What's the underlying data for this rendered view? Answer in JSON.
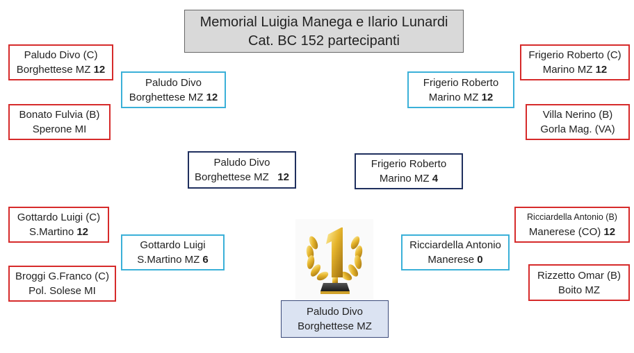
{
  "title": {
    "line1": "Memorial Luigia Manega e Ilario Lunardi",
    "line2": "Cat. BC  152 partecipanti"
  },
  "round1_left": [
    {
      "name": "Paludo Divo (C)",
      "club": "Borghettese MZ",
      "score": "12"
    },
    {
      "name": "Bonato Fulvia (B)",
      "club": "Sperone MI",
      "score": ""
    },
    {
      "name": "Gottardo Luigi (C)",
      "club": "S.Martino",
      "score": "12"
    },
    {
      "name": "Broggi G.Franco (C)",
      "club": "Pol. Solese MI",
      "score": ""
    }
  ],
  "round1_right": [
    {
      "name": "Frigerio Roberto (C)",
      "club": "Marino MZ",
      "score": "12"
    },
    {
      "name": "Villa Nerino (B)",
      "club": "Gorla Mag. (VA)",
      "score": ""
    },
    {
      "name": "Ricciardella Antonio (B)",
      "club": "Manerese (CO)",
      "score": "12"
    },
    {
      "name": "Rizzetto Omar (B)",
      "club": "Boito MZ",
      "score": ""
    }
  ],
  "round2_left": [
    {
      "name": "Paludo Divo",
      "club": "Borghettese MZ",
      "score": "12"
    },
    {
      "name": "Gottardo Luigi",
      "club": "S.Martino MZ",
      "score": "6"
    }
  ],
  "round2_right": [
    {
      "name": "Frigerio Roberto",
      "club": "Marino MZ",
      "score": "12"
    },
    {
      "name": "Ricciardella Antonio",
      "club": "Manerese ",
      "score": "0"
    }
  ],
  "final": [
    {
      "name": "Paludo Divo",
      "club": "Borghettese MZ",
      "score": "12"
    },
    {
      "name": "Frigerio Roberto",
      "club": "Marino MZ",
      "score": "4"
    }
  ],
  "winner": {
    "name": "Paludo Divo",
    "club": "Borghettese MZ"
  },
  "colors": {
    "r1": "#d62a2a",
    "r2": "#3ab0d8",
    "final": "#1f2f5e",
    "winner_bg": "#dbe3f2"
  }
}
